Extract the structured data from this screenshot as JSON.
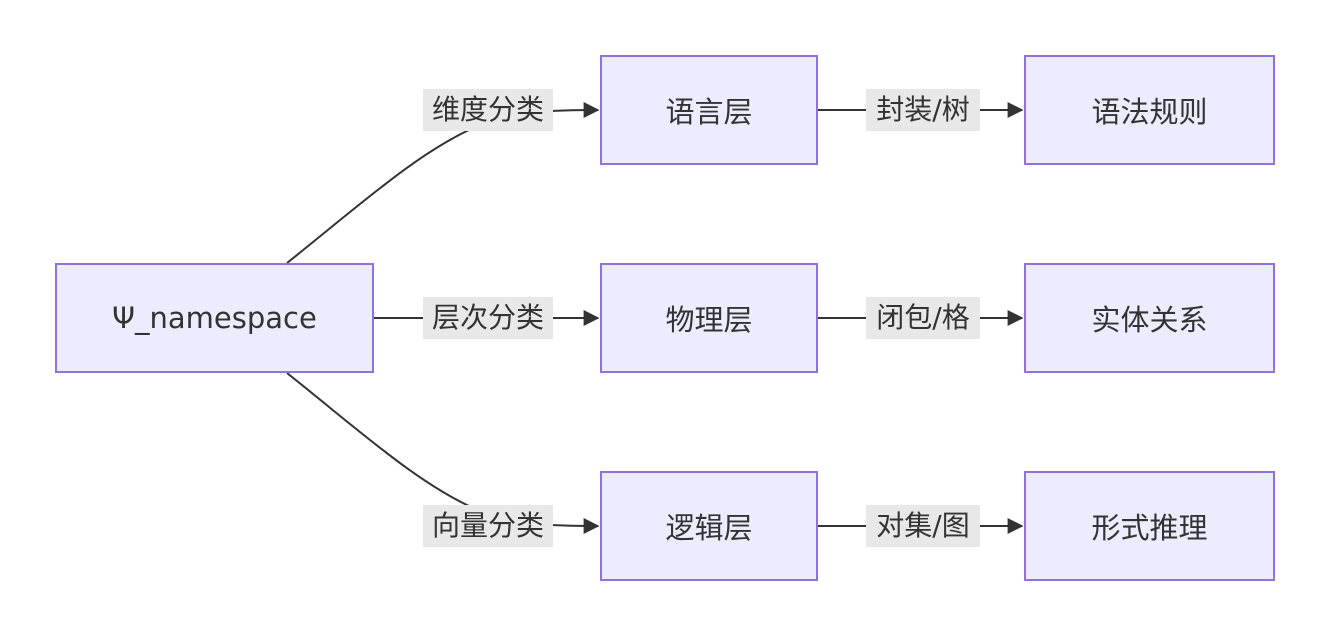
{
  "diagram": {
    "colors": {
      "node_fill": "#ececff",
      "node_stroke": "#9370db",
      "edge": "#333333",
      "label_bg": "#e8e8e8",
      "text": "#333333"
    },
    "nodes": {
      "root": "Ψ_namespace",
      "language_layer": "语言层",
      "physical_layer": "物理层",
      "logical_layer": "逻辑层",
      "grammar_rules": "语法规则",
      "entity_relations": "实体关系",
      "formal_reasoning": "形式推理"
    },
    "edge_labels": {
      "dimension_classification": "维度分类",
      "hierarchy_classification": "层次分类",
      "vector_classification": "向量分类",
      "encapsulation_tree": "封装/树",
      "closure_lattice": "闭包/格",
      "pair_set_graph": "对集/图"
    }
  }
}
